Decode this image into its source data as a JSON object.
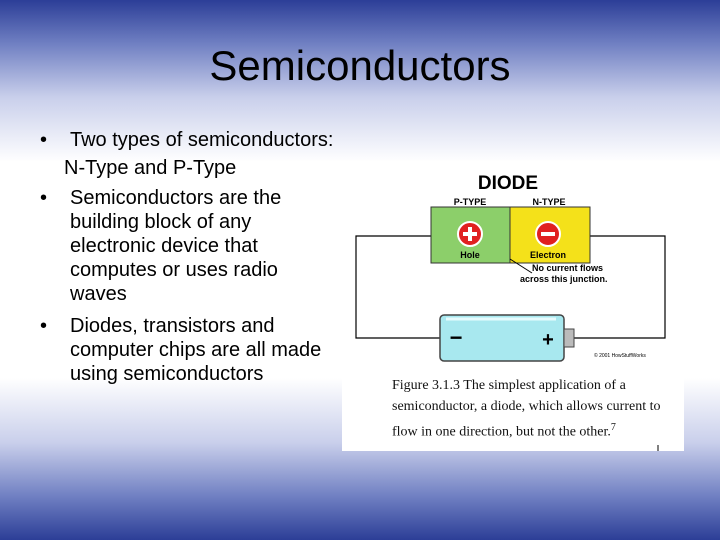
{
  "slide": {
    "title": "Semiconductors",
    "bullets": [
      "Two types of semiconductors:",
      "Semiconductors are the building block of  any electronic device that computes or uses radio waves",
      "Diodes, transistors and computer chips are all made using semiconductors"
    ],
    "subline": "N-Type and P-Type"
  },
  "figure": {
    "heading": "DIODE",
    "p_type_label": "P-TYPE",
    "n_type_label": "N-TYPE",
    "hole_label": "Hole",
    "electron_label": "Electron",
    "note_line1": "No current flows",
    "note_line2": "across this junction.",
    "battery_minus": "−",
    "battery_plus": "+",
    "copyright": "© 2001 HowStuffWorks",
    "caption": "Figure 3.1.3    The simplest application of a semiconductor, a diode, which allows current to flow in one direction, but not the other.",
    "caption_ref": "7",
    "colors": {
      "p_type": "#8ccf6a",
      "n_type": "#f4e11a",
      "symbol": "#e02020",
      "battery": "#a8e8ef"
    }
  }
}
